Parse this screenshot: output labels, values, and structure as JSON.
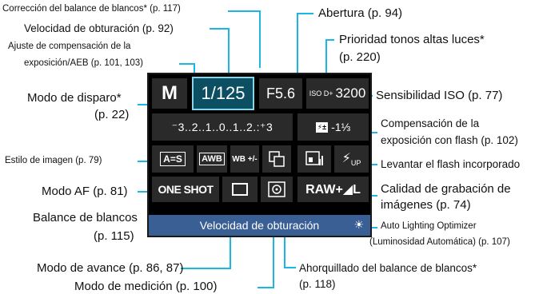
{
  "labels": {
    "wb_correction": "Corrección del balance de blancos* (p. 117)",
    "shutter_speed": "Velocidad de obturación (p. 92)",
    "exposure_comp_line1": "Ajuste de compensación de la",
    "exposure_comp_line2": "exposición/AEB (p. 101, 103)",
    "shooting_mode_line1": "Modo de disparo*",
    "shooting_mode_line2": "(p. 22)",
    "picture_style": "Estilo de imagen (p. 79)",
    "af_mode": "Modo AF (p. 81)",
    "white_balance_line1": "Balance de blancos",
    "white_balance_line2": "(p. 115)",
    "drive_mode": "Modo de avance (p. 86, 87)",
    "metering_mode": "Modo de medición (p. 100)",
    "aperture": "Abertura (p. 94)",
    "highlight_priority_line1": "Prioridad tonos altas luces*",
    "highlight_priority_line2": "(p. 220)",
    "iso": "Sensibilidad ISO (p. 77)",
    "flash_comp_line1": "Compensación de la",
    "flash_comp_line2": "exposición con flash (p. 102)",
    "flash_raise": "Levantar el flash incorporado",
    "image_quality_line1": "Calidad de grabación de",
    "image_quality_line2": "imágenes (p. 74)",
    "alo_line1": "Auto Lighting Optimizer",
    "alo_line2": "(Luminosidad Automática) (p. 107)",
    "wb_bracketing_line1": "Ahorquillado del balance de blancos*",
    "wb_bracketing_line2": "(p. 118)"
  },
  "screen": {
    "mode": "M",
    "shutter": "1/125",
    "aperture": "F5.6",
    "iso_icon": "ISO D+",
    "iso_value": "3200",
    "exposure_scale": "⁻3..2..1..0..1..2.:⁺3",
    "flash_comp_value": "-1⅓",
    "picture_style": "A=S",
    "wb": "AWB",
    "wb_shift": "WB +/-",
    "af_mode": "ONE SHOT",
    "quality": "RAW+◢L",
    "status_text": "Velocidad de obturación"
  },
  "icons": {
    "drive": "single-shot-icon",
    "metering": "evaluative-metering-icon",
    "flash_up": "flash-up-icon",
    "flash_comp": "flash-comp-icon",
    "alo": "alo-icon",
    "wb_bracket": "wb-bracket-icon",
    "sun": "sun-icon"
  },
  "colors": {
    "selected": "#0c4f63",
    "status_bar": "#3a5f95",
    "cell": "#2a2a2a"
  }
}
